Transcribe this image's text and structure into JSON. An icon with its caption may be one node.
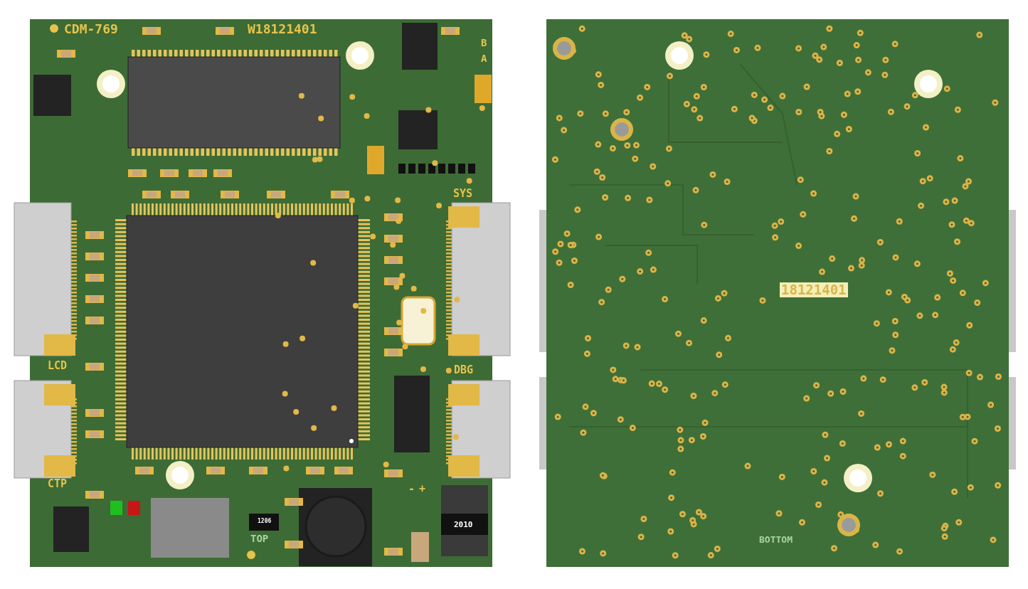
{
  "diagram": {
    "labels": [
      "CDM-769",
      "W18121401",
      "B",
      "A",
      "SYS",
      "LCD",
      "DBG",
      "CTP",
      "-",
      "+",
      "1206",
      "TOP",
      "2010",
      "18121401",
      "BOTTOM"
    ]
  }
}
